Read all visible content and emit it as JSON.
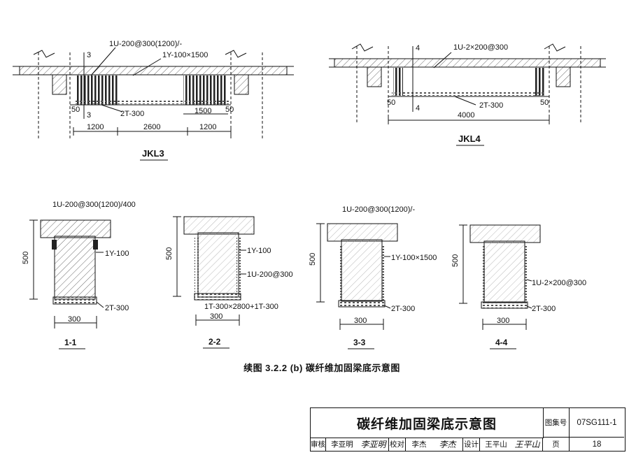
{
  "views": {
    "jkl3": {
      "title": "JKL3",
      "cut_a": "3",
      "cut_b": "3",
      "note_u": "1U-200@300(1200)/-",
      "note_y": "1Y-100×1500",
      "note_t": "2T-300",
      "dim_50_left": "50",
      "dim_50_right": "50",
      "dim_1500": "1500",
      "dims": [
        "1200",
        "2600",
        "1200"
      ]
    },
    "jkl4": {
      "title": "JKL4",
      "cut_a": "4",
      "cut_b": "4",
      "note_u": "1U-2×200@300",
      "note_t": "2T-300",
      "dim_50_left": "50",
      "dim_50_right": "50",
      "dim_span": "4000"
    }
  },
  "sections": [
    {
      "label": "1-1",
      "height": "500",
      "width": "300",
      "note_top": "1U-200@300(1200)/400",
      "note_side": "1Y-100",
      "note_bottom": "2T-300"
    },
    {
      "label": "2-2",
      "height": "500",
      "width": "300",
      "note_side": "1Y-100",
      "note_mid": "1U-200@300",
      "note_bottom": "1T-300×2800+1T-300"
    },
    {
      "label": "3-3",
      "height": "500",
      "width": "300",
      "note_top": "1U-200@300(1200)/-",
      "note_side": "1Y-100×1500",
      "note_bottom": "2T-300"
    },
    {
      "label": "4-4",
      "height": "500",
      "width": "300",
      "note_side": "1U-2×200@300",
      "note_bottom": "2T-300"
    }
  ],
  "caption": "续图 3.2.2 (b)   碳纤维加固梁底示意图",
  "title_block": {
    "title": "碳纤维加固梁底示意图",
    "atlas_label": "图集号",
    "atlas_no": "07SG111-1",
    "review_label": "审核",
    "review_name": "李亚明",
    "check_label": "校对",
    "check_name": "李杰",
    "design_label": "设计",
    "design_name": "王平山",
    "page_label": "页",
    "page_no": "18"
  }
}
